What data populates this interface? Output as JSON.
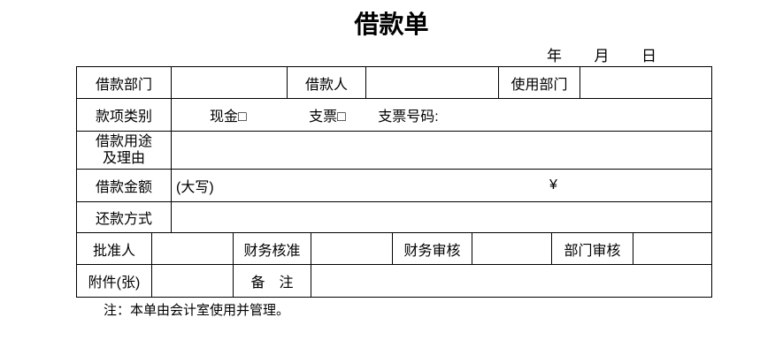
{
  "title": "借款单",
  "date_line": {
    "year": "年",
    "month": "月",
    "day": "日"
  },
  "colors": {
    "background": "#ffffff",
    "border": "#000000",
    "text": "#000000"
  },
  "table": {
    "row1": {
      "borrow_dept_label": "借款部门",
      "borrower_label": "借款人",
      "using_dept_label": "使用部门"
    },
    "row2": {
      "payment_type_label": "款项类别",
      "cash_option": "现金□",
      "cheque_option": "支票□",
      "cheque_number_label": "支票号码:"
    },
    "row3": {
      "purpose_label_line1": "借款用途",
      "purpose_label_line2": "及理由"
    },
    "row4": {
      "amount_label": "借款金额",
      "amount_in_words_label": "(大写)",
      "currency_symbol": "¥"
    },
    "row5": {
      "repayment_label": "还款方式"
    },
    "row6": {
      "approver_label": "批准人",
      "finance_approval_label": "财务核准",
      "finance_audit_label": "财务审核",
      "dept_audit_label": "部门审核"
    },
    "row7": {
      "attachments_label": "附件(张)",
      "remarks_label": "备　注"
    }
  },
  "footer_note": "注：本单由会计室使用并管理。"
}
